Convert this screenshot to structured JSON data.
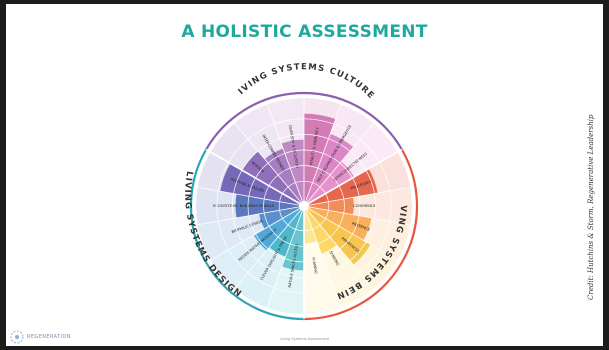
{
  "slide": {
    "title": "A HOLISTIC ASSESSMENT",
    "credit": "Credit: Hutchins & Storm, Regenerative Leadership",
    "logo_text": "REGENERATION",
    "bottom_label": "Living Systems Assessment"
  },
  "wheel": {
    "sections": [
      {
        "name": "LIVING SYSTEMS CULTURE",
        "color": "#8b5fb0"
      },
      {
        "name": "LIVING SYSTEMS BEING",
        "color": "#e8553a"
      },
      {
        "name": "LIVING SYSTEMS DESIGN",
        "color": "#2aa6b5"
      }
    ],
    "segments": [
      {
        "label": "VITALITY & VIBRANCY",
        "color": "#cf6fae",
        "level": 0.85
      },
      {
        "label": "SELF-ORGANIZATION & EMERGENCE",
        "color": "#d87cc0",
        "level": 0.7
      },
      {
        "label": "INTERCONNECTEDNESS",
        "color": "#e389c6",
        "level": 0.52
      },
      {
        "label": "PROCESSES",
        "color": "#e45a3e",
        "level": 0.68
      },
      {
        "label": "COHERENCE",
        "color": "#f0824a",
        "level": 0.44
      },
      {
        "label": "PRESENCE",
        "color": "#f8a94b",
        "level": 0.62
      },
      {
        "label": "AWARENESS",
        "color": "#f7c13f",
        "level": 0.7
      },
      {
        "label": "SENSING",
        "color": "#fcd45a",
        "level": 0.45
      },
      {
        "label": "FRAMING",
        "color": "#fde28a",
        "level": 0.32
      },
      {
        "label": "NATURE SPACES ACCESS",
        "color": "#5bc0cc",
        "level": 0.58
      },
      {
        "label": "CLEVER DAYLIGHT & FRESH",
        "color": "#3fb0c8",
        "level": 0.48
      },
      {
        "label": "REGENERATIVE MATERIALS",
        "color": "#43a1d3",
        "level": 0.52
      },
      {
        "label": "BIOPHILIC DESIGN",
        "color": "#4a86c8",
        "level": 0.4
      },
      {
        "label": "ECOSYSTEMIC BUSINESS MODELS",
        "color": "#4c6cb8",
        "level": 0.62
      },
      {
        "label": "PURPOSE & VALUES",
        "color": "#6a5cb2",
        "level": 0.78
      },
      {
        "label": "WISDOM",
        "color": "#8662b4",
        "level": 0.65
      },
      {
        "label": "INTERCONNECTEDNESS",
        "color": "#a072bd",
        "level": 0.55
      },
      {
        "label": "DIVERSITY & INCLUSION",
        "color": "#b97fbf",
        "level": 0.6
      }
    ]
  }
}
